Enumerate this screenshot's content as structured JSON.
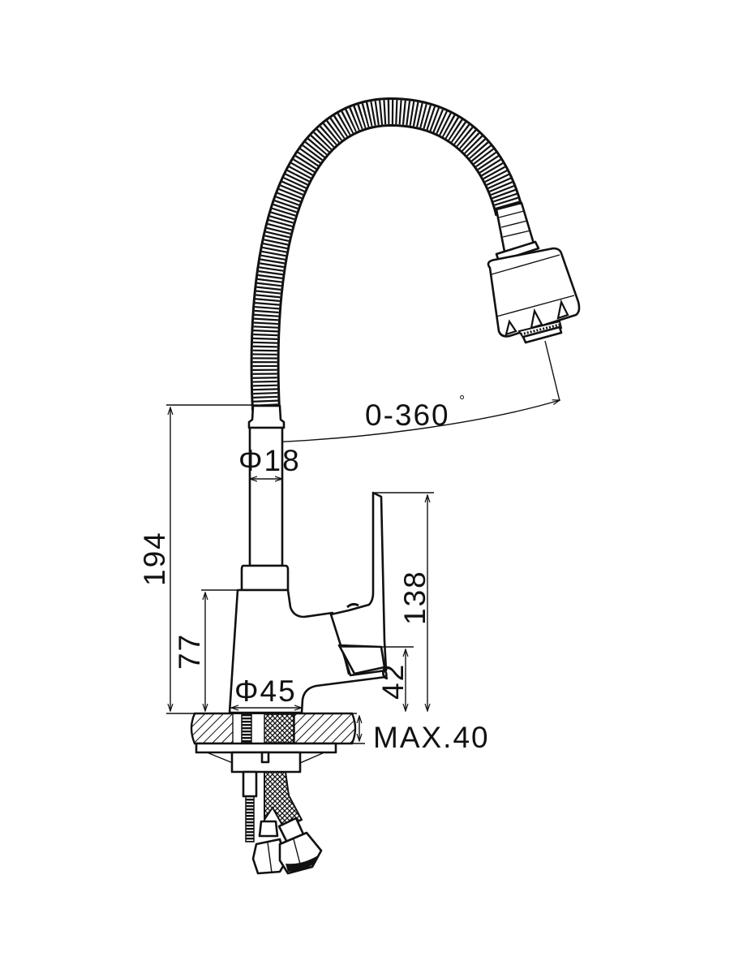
{
  "drawing": {
    "subject": "faucet",
    "dimensions": {
      "rotation": "0-360",
      "rotation_unit": "°",
      "pipe_diameter": "Φ18",
      "total_height": "194",
      "body_height": "77",
      "base_diameter": "Φ45",
      "handle_height": "138",
      "handle_lever_height": "42",
      "max_counter_thickness": "MAX.40"
    },
    "colors": {
      "line": "#111111",
      "background": "#ffffff"
    }
  }
}
